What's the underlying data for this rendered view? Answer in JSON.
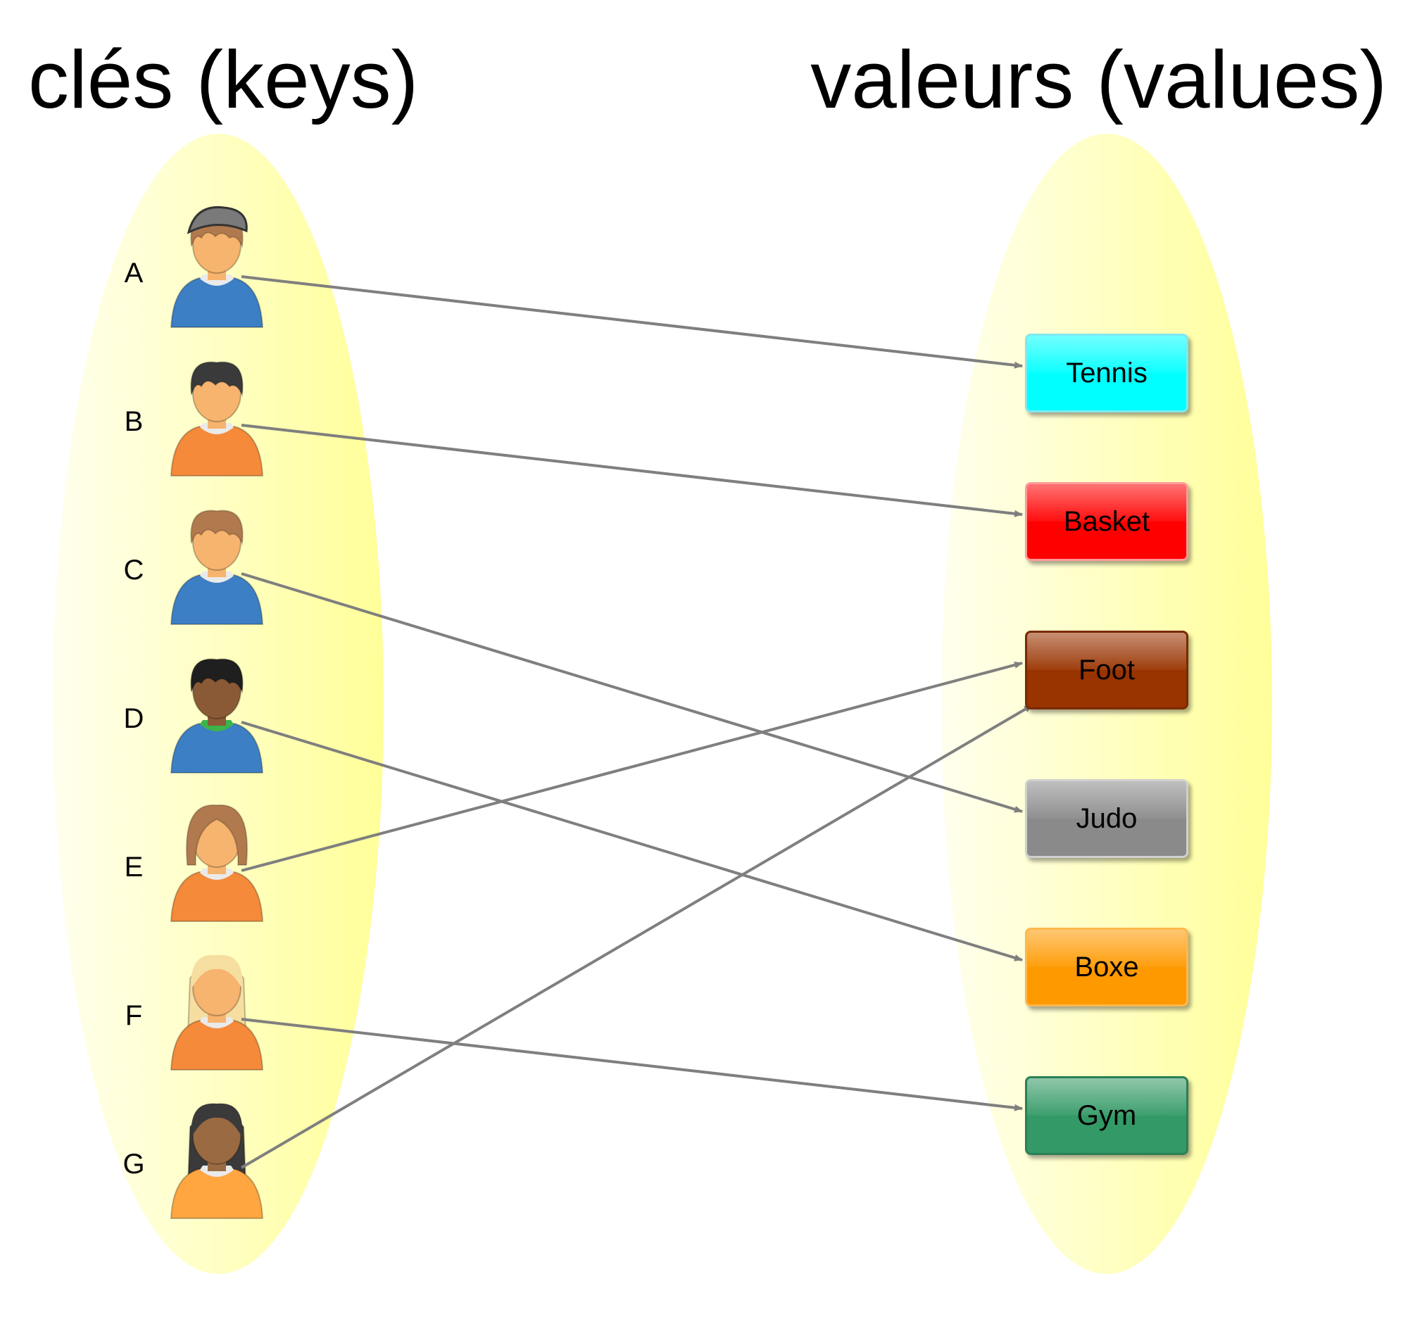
{
  "headings": {
    "keys": "clés (keys)",
    "values": "valeurs (values)"
  },
  "keys": [
    {
      "label": "A",
      "avatar": "boy-cap-blue-hoodie",
      "shirt": "#3d7fc4",
      "skin": "#f6b46e",
      "hair": "#b07a4e"
    },
    {
      "label": "B",
      "avatar": "boy-orange-hoodie",
      "shirt": "#f58a3a",
      "skin": "#f6b46e",
      "hair": "#3a3a3a"
    },
    {
      "label": "C",
      "avatar": "boy-blue-hoodie",
      "shirt": "#3d7fc4",
      "skin": "#f6b46e",
      "hair": "#b07a4e"
    },
    {
      "label": "D",
      "avatar": "boy-dark-skin-blue-hoodie",
      "shirt": "#3d7fc4",
      "skin": "#8a5a36",
      "hair": "#1f1f1f"
    },
    {
      "label": "E",
      "avatar": "girl-bob-orange-shirt",
      "shirt": "#f58a3a",
      "skin": "#f6b46e",
      "hair": "#b07a4e"
    },
    {
      "label": "F",
      "avatar": "girl-blonde-orange-shirt",
      "shirt": "#f58a3a",
      "skin": "#f6b46e",
      "hair": "#f6dea0"
    },
    {
      "label": "G",
      "avatar": "girl-dark-long-hair-orange-shirt",
      "shirt": "#ffa640",
      "skin": "#9a6a42",
      "hair": "#3a3a3a"
    }
  ],
  "values": [
    {
      "label": "Tennis",
      "color": "#00ffff",
      "border": "#7fe8f0"
    },
    {
      "label": "Basket",
      "color": "#ff0000",
      "border": "#ff9a9a"
    },
    {
      "label": "Foot",
      "color": "#993300",
      "border": "#7a2a00"
    },
    {
      "label": "Judo",
      "color": "#8a8a8a",
      "border": "#d0d0d0"
    },
    {
      "label": "Boxe",
      "color": "#ff9900",
      "border": "#ffb84d"
    },
    {
      "label": "Gym",
      "color": "#339966",
      "border": "#2b8055"
    }
  ],
  "mappings": [
    {
      "key": "A",
      "value": "Tennis"
    },
    {
      "key": "B",
      "value": "Basket"
    },
    {
      "key": "C",
      "value": "Judo"
    },
    {
      "key": "D",
      "value": "Boxe"
    },
    {
      "key": "E",
      "value": "Foot"
    },
    {
      "key": "F",
      "value": "Gym"
    },
    {
      "key": "G",
      "value": "Foot"
    }
  ],
  "colors": {
    "ellipse": "#ffff99",
    "arrow": "#7f7f7f"
  }
}
